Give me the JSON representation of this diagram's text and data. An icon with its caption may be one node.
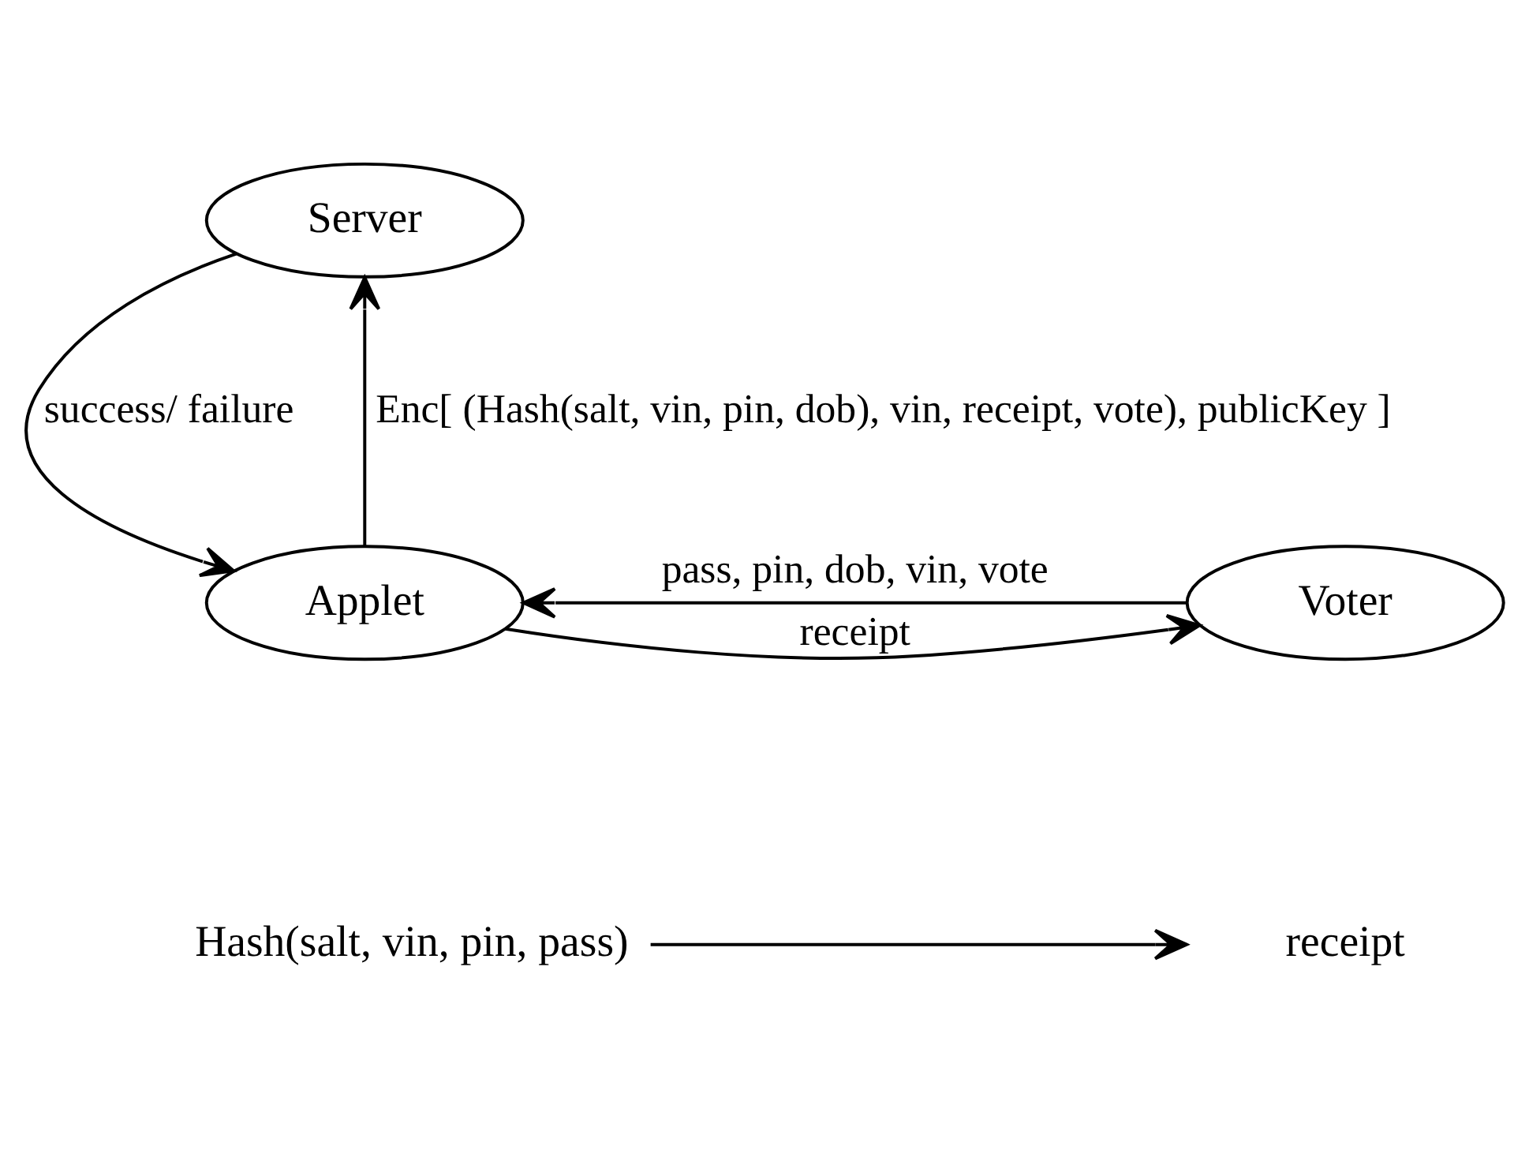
{
  "diagram": {
    "nodes": [
      {
        "text": [
          "Server"
        ]
      },
      {
        "text": [
          "Voter"
        ]
      },
      {
        "text": [
          "Applet"
        ]
      },
      {
        "text": [
          "receipt"
        ]
      },
      {
        "text": [
          "Hash(salt, vin, pin, pass)"
        ]
      }
    ],
    "edges": [
      {
        "from": 2,
        "to": 0,
        "arrow": "to",
        "label": "Enc[ (Hash(salt, vin, pin, dob), vin, receipt, vote), publicKey ]"
      },
      {
        "from": 0,
        "to": 2,
        "arrow": "to",
        "label": "success/ failure"
      },
      {
        "from": 1,
        "to": 2,
        "arrow": "to",
        "label": "pass, pin, dob, vin, vote"
      },
      {
        "from": 2,
        "to": 1,
        "arrow": "to",
        "label": "receipt"
      },
      {
        "from": 4,
        "to": 3,
        "arrow": "to"
      }
    ]
  }
}
